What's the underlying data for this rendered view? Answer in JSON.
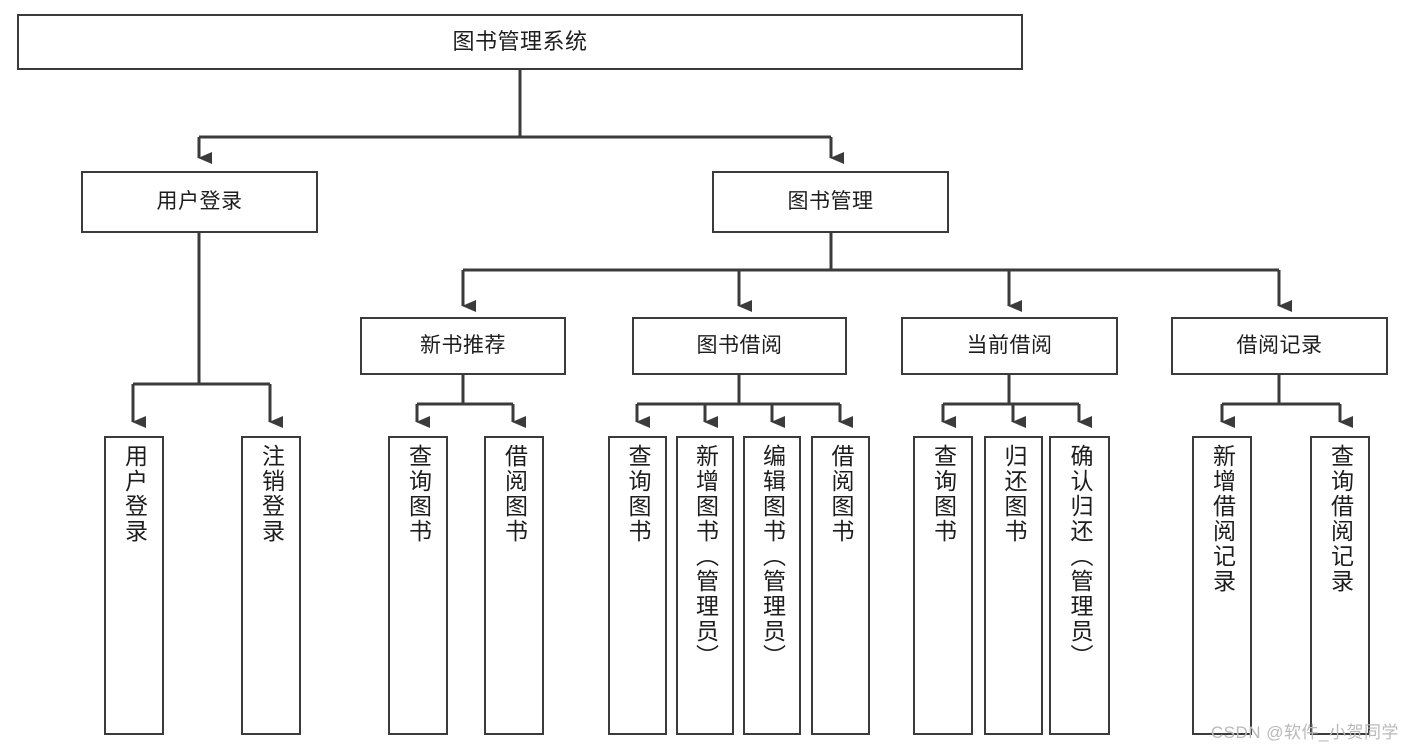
{
  "diagram": {
    "type": "tree-hierarchy",
    "title": "图书管理系统",
    "root": {
      "id": "root",
      "label": "图书管理系统"
    },
    "level2": [
      {
        "id": "user-login",
        "label": "用户登录"
      },
      {
        "id": "book-management",
        "label": "图书管理"
      }
    ],
    "level3": [
      {
        "id": "new-book-recommend",
        "label": "新书推荐",
        "parent": "book-management"
      },
      {
        "id": "book-borrow",
        "label": "图书借阅",
        "parent": "book-management"
      },
      {
        "id": "current-borrow",
        "label": "当前借阅",
        "parent": "book-management"
      },
      {
        "id": "borrow-record",
        "label": "借阅记录",
        "parent": "book-management"
      }
    ],
    "leaves": {
      "user-login": [
        {
          "id": "leaf-user-login",
          "label": "用户登录"
        },
        {
          "id": "leaf-logout",
          "label": "注销登录"
        }
      ],
      "new-book-recommend": [
        {
          "id": "leaf-query-book-1",
          "label": "查询图书"
        },
        {
          "id": "leaf-borrow-book-1",
          "label": "借阅图书"
        }
      ],
      "book-borrow": [
        {
          "id": "leaf-query-book-2",
          "label": "查询图书"
        },
        {
          "id": "leaf-add-book",
          "label": "新增图书（管理员）"
        },
        {
          "id": "leaf-edit-book",
          "label": "编辑图书（管理员）"
        },
        {
          "id": "leaf-borrow-book-2",
          "label": "借阅图书"
        }
      ],
      "current-borrow": [
        {
          "id": "leaf-query-book-3",
          "label": "查询图书"
        },
        {
          "id": "leaf-return-book",
          "label": "归还图书"
        },
        {
          "id": "leaf-confirm-return",
          "label": "确认归还（管理员）"
        }
      ],
      "borrow-record": [
        {
          "id": "leaf-add-record",
          "label": "新增借阅记录"
        },
        {
          "id": "leaf-query-record",
          "label": "查询借阅记录"
        }
      ]
    }
  },
  "watermark": {
    "text": "CSDN @软件_小贺同学"
  },
  "colors": {
    "border": "#3b3b3b",
    "text": "#1d1d1d",
    "background": "#ffffff",
    "watermark": "#b9b9b9"
  }
}
